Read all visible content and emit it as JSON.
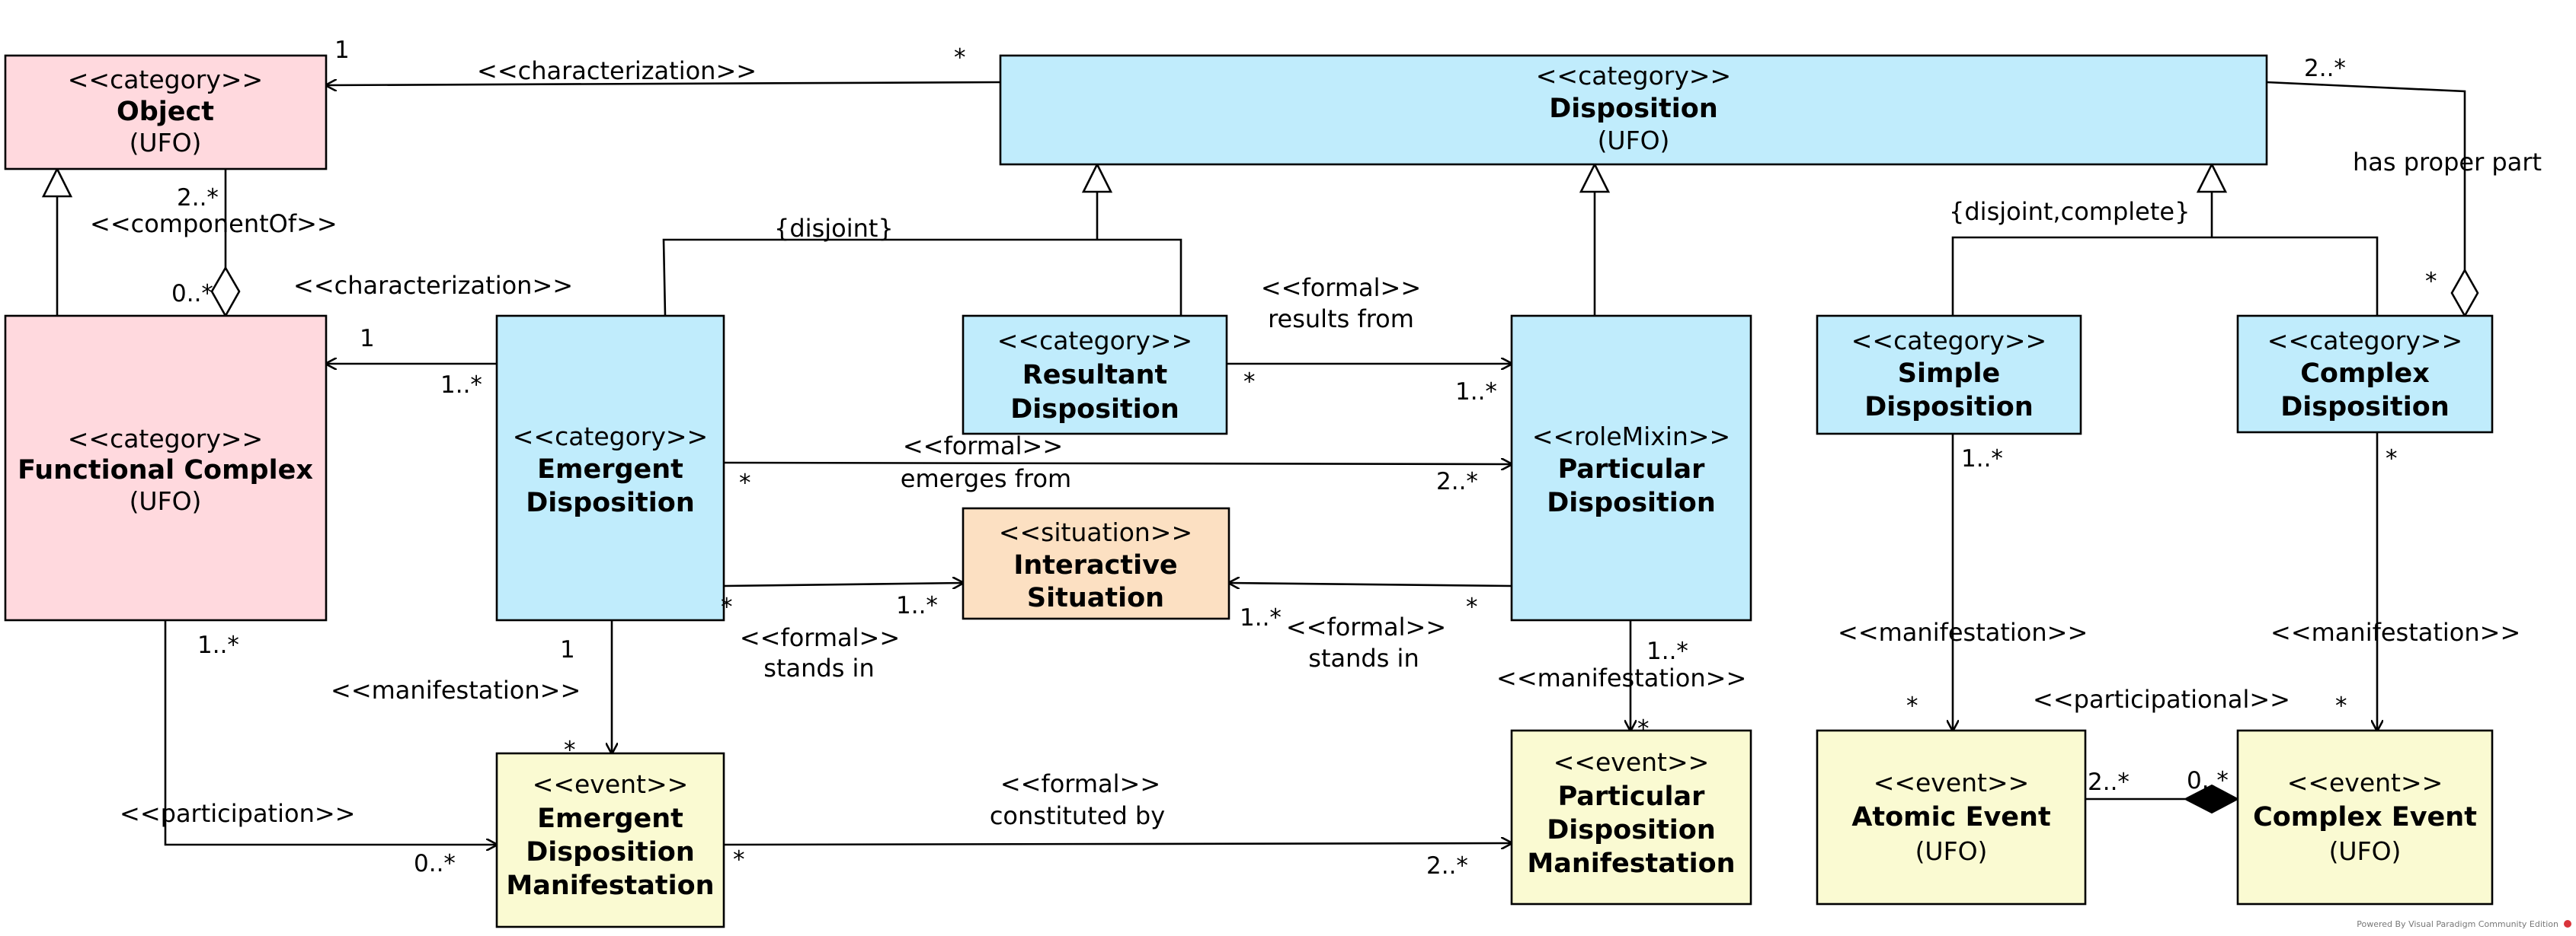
{
  "colors": {
    "object_fill": "#FFD9DE",
    "disposition_fill": "#C0ECFC",
    "situation_fill": "#FCE0C2",
    "event_fill": "#FAFAD2",
    "line": "#000000",
    "watermark_icon": "#D9343B"
  },
  "classes": {
    "object": {
      "stereotype": "<<category>>",
      "name": "Object",
      "note": "(UFO)"
    },
    "disposition": {
      "stereotype": "<<category>>",
      "name": "Disposition",
      "note": "(UFO)"
    },
    "functional_complex": {
      "stereotype": "<<category>>",
      "name": "Functional Complex",
      "note": "(UFO)"
    },
    "emergent_disposition": {
      "stereotype": "<<category>>",
      "name_lines": [
        "Emergent",
        "Disposition"
      ]
    },
    "resultant_disposition": {
      "stereotype": "<<category>>",
      "name_lines": [
        "Resultant",
        "Disposition"
      ]
    },
    "interactive_situation": {
      "stereotype": "<<situation>>",
      "name_lines": [
        "Interactive",
        "Situation"
      ]
    },
    "particular_disposition": {
      "stereotype": "<<roleMixin>>",
      "name_lines": [
        "Particular",
        "Disposition"
      ]
    },
    "simple_disposition": {
      "stereotype": "<<category>>",
      "name_lines": [
        "Simple",
        "Disposition"
      ]
    },
    "complex_disposition": {
      "stereotype": "<<category>>",
      "name_lines": [
        "Complex",
        "Disposition"
      ]
    },
    "emergent_disposition_manifestation": {
      "stereotype": "<<event>>",
      "name_lines": [
        "Emergent",
        "Disposition",
        "Manifestation"
      ]
    },
    "particular_disposition_manifestation": {
      "stereotype": "<<event>>",
      "name_lines": [
        "Particular",
        "Disposition",
        "Manifestation"
      ]
    },
    "atomic_event": {
      "stereotype": "<<event>>",
      "name": "Atomic Event",
      "note": "(UFO)"
    },
    "complex_event": {
      "stereotype": "<<event>>",
      "name": "Complex Event",
      "note": "(UFO)"
    }
  },
  "labels": {
    "characterization_top": "<<characterization>>",
    "characterization_mid": "<<characterization>>",
    "component_of": "<<componentOf>>",
    "disjoint": "{disjoint}",
    "disjoint_complete": "{disjoint,complete}",
    "has_proper_part": "has proper part",
    "formal_results_1": "<<formal>>",
    "formal_results_2": "results from",
    "formal_emerges_1": "<<formal>>",
    "formal_emerges_2": "emerges from",
    "formal_stands_left_1": "<<formal>>",
    "formal_stands_left_2": "stands in",
    "formal_stands_right_1": "<<formal>>",
    "formal_stands_right_2": "stands in",
    "formal_constituted_1": "<<formal>>",
    "formal_constituted_2": "constituted by",
    "manifestation_emergent": "<<manifestation>>",
    "manifestation_particular": "<<manifestation>>",
    "manifestation_simple": "<<manifestation>>",
    "manifestation_complex": "<<manifestation>>",
    "participation": "<<participation>>",
    "participational": "<<participational>>"
  },
  "multiplicities": {
    "char_top_object": "1",
    "char_top_disposition": "*",
    "disp_part_whole": "2..*",
    "disp_part_part": "*",
    "comp_object": "2..*",
    "comp_fc": "0..*",
    "char_mid_fc": "1",
    "char_mid_ed": "1..*",
    "results_rd": "*",
    "results_pd": "1..*",
    "emerges_ed": "*",
    "emerges_pd": "2..*",
    "stands_ed": "*",
    "stands_is_left": "1..*",
    "stands_is_right": "1..*",
    "stands_pd": "*",
    "manif_ed": "1",
    "manif_edm": "*",
    "manif_pd": "1..*",
    "manif_pdm": "*",
    "manif_sd": "1..*",
    "manif_ae": "*",
    "manif_cd": "*",
    "manif_ce": "*",
    "particip_fc": "1..*",
    "particip_edm": "0..*",
    "constituted_edm": "*",
    "constituted_pdm": "2..*",
    "participational_ae": "2..*",
    "participational_ce": "0..*"
  },
  "watermark": "Powered By Visual Paradigm Community Edition"
}
